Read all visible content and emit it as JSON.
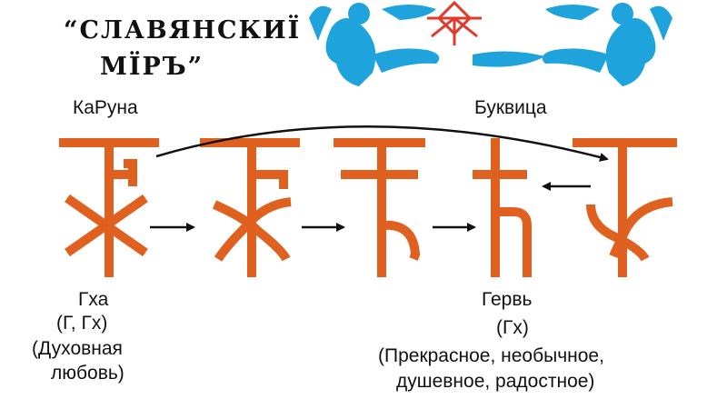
{
  "header": {
    "title_line1": "“СЛАВЯНСКИЇ",
    "title_line2": "МЇРЪ”"
  },
  "labels": {
    "left_heading": "КаРуна",
    "right_heading": "Буквица"
  },
  "left_caption": [
    "Гха",
    "(Г, Гх)",
    "(Духовная",
    "любовь)"
  ],
  "right_caption": [
    "Гервь",
    "(Гх)",
    "(Прекрасное, необычное,",
    "душевное, радостное)"
  ],
  "colors": {
    "glyph": "#e0601f",
    "ornament_blue": "#1fa3dc",
    "sun_red": "#e03a2a",
    "arrow": "#111111"
  }
}
